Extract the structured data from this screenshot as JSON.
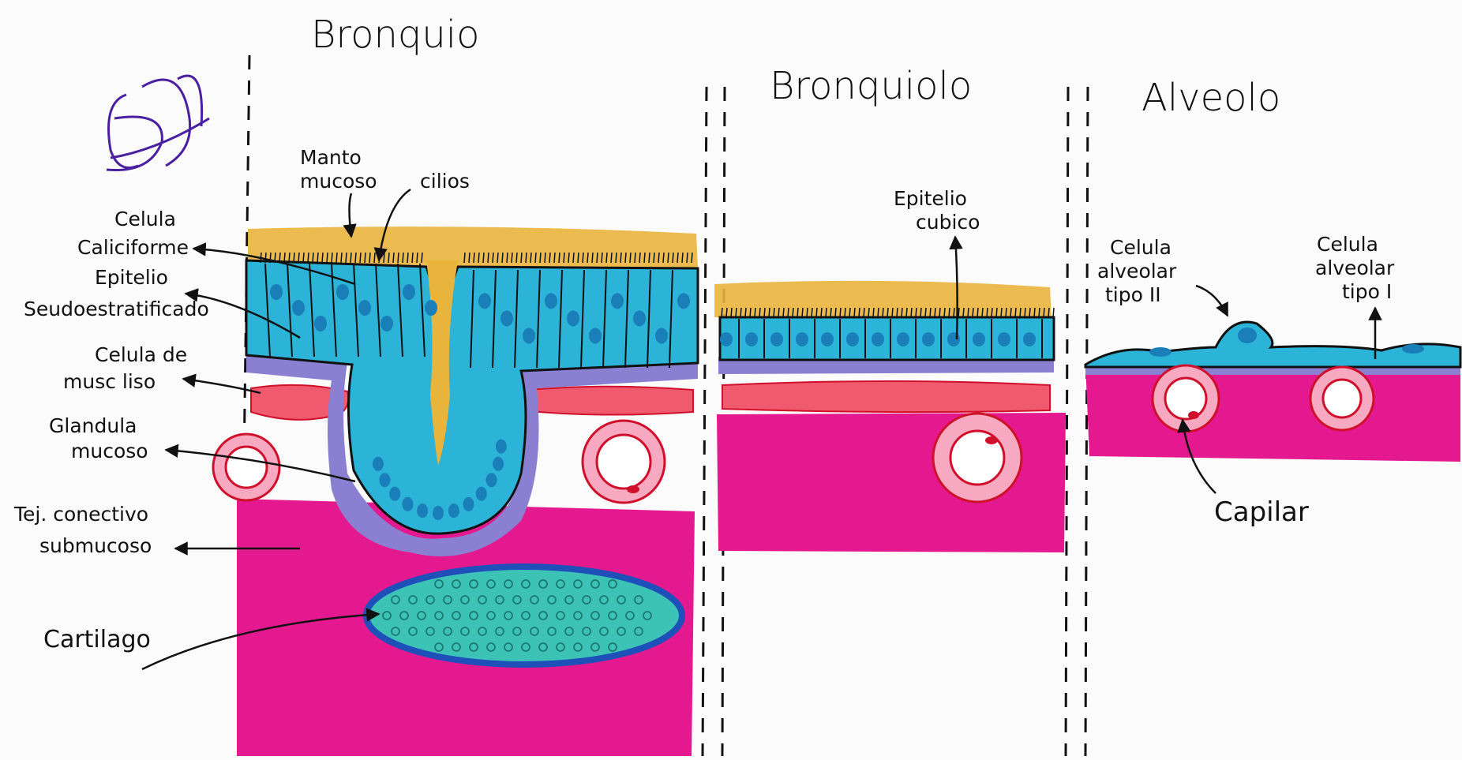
{
  "titles": {
    "bronquio": "Bronquio",
    "bronquiolo": "Bronquiolo",
    "alveolo": "Alveolo"
  },
  "labels": {
    "manto_1": "Manto",
    "manto_2": "mucoso",
    "cilios": "cilios",
    "celula_caliciforme_1": "Celula",
    "celula_caliciforme_2": "Caliciforme",
    "epitelio_seudo_1": "Epitelio",
    "epitelio_seudo_2": "Seudoestratificado",
    "musculo_1": "Celula de",
    "musculo_2": "musc liso",
    "glandula_1": "Glandula",
    "glandula_2": "mucoso",
    "tejido_1": "Tej. conectivo",
    "tejido_2": "submucoso",
    "cartilago": "Cartilago",
    "epitelio_cubico_1": "Epitelio",
    "epitelio_cubico_2": "cubico",
    "alveolar_2_1": "Celula",
    "alveolar_2_2": "alveolar",
    "alveolar_2_3": "tipo II",
    "alveolar_1_1": "Celula",
    "alveolar_1_2": "alveolar",
    "alveolar_1_3": "tipo I",
    "capilar": "Capilar"
  },
  "colors": {
    "mucus": "#e9b43c",
    "epithelium": "#2cb3d8",
    "nucleus": "#1a7fb8",
    "basement": "#8a7fd0",
    "smooth_muscle": "#ef5a6e",
    "connective": "#e5198f",
    "cartilage": "#3cc3b5",
    "capillary_ring": "#f7a9c2",
    "ink": "#111111",
    "signature": "#4a1fa0"
  }
}
